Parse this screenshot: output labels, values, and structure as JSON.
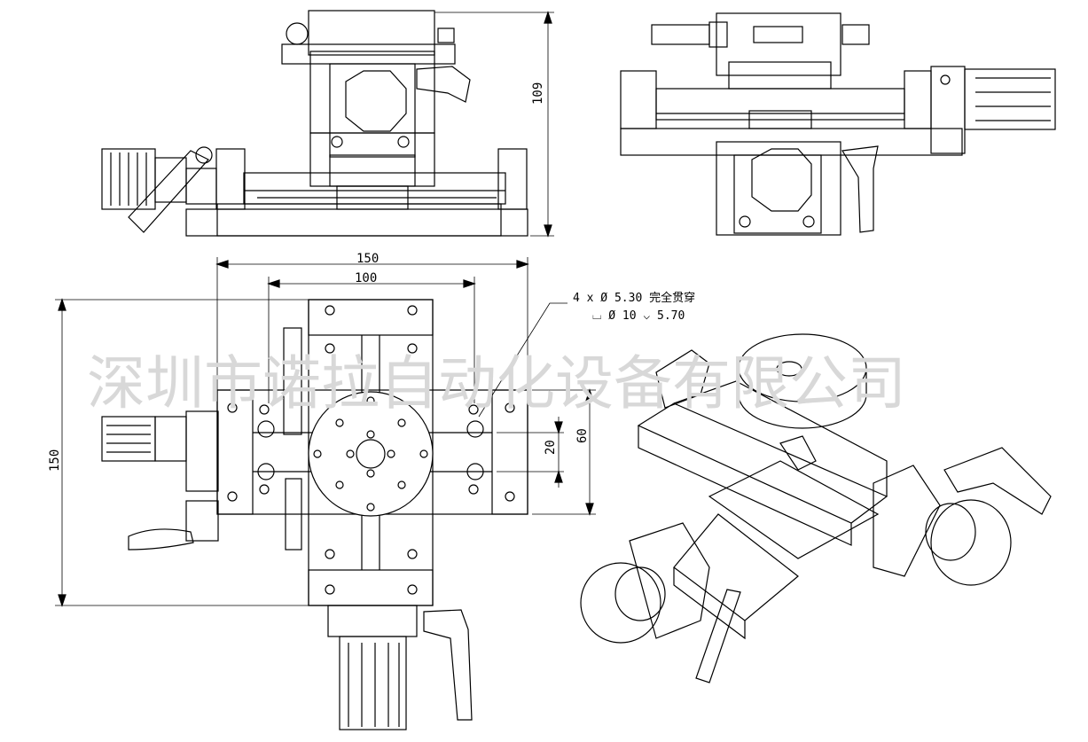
{
  "drawing": {
    "dimensions": {
      "height_top": "109",
      "width_outer": "150",
      "width_inner": "100",
      "height_left": "150",
      "pitch_small": "20",
      "pitch_large": "60"
    },
    "callout": {
      "line1": "4 x Ø 5.30 完全贯穿",
      "line2": "⌴ Ø 10 ⌵ 5.70"
    },
    "watermark": "深圳市诺拉自动化设备有限公司"
  },
  "colors": {
    "line": "#000000",
    "background": "#ffffff",
    "watermark": "#d8d8d8"
  }
}
